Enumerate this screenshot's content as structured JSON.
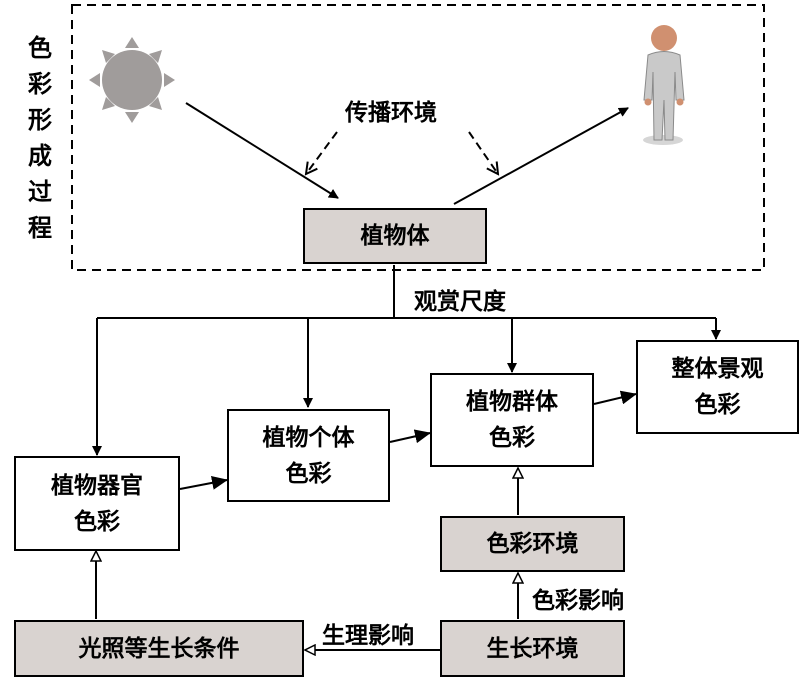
{
  "process_title": [
    "色",
    "彩",
    "形",
    "成",
    "过",
    "程"
  ],
  "labels": {
    "propagation": "传播环境",
    "viewing_scale": "观赏尺度",
    "color_influence": "色彩影响",
    "physio_influence": "生理影响"
  },
  "nodes": {
    "plant": [
      "植物体"
    ],
    "organ": [
      "植物器官",
      "色彩"
    ],
    "individual": [
      "植物个体",
      "色彩"
    ],
    "group": [
      "植物群体",
      "色彩"
    ],
    "landscape": [
      "整体景观",
      "色彩"
    ],
    "color_env": [
      "色彩环境"
    ],
    "growth_env": [
      "生长环境"
    ],
    "growth_cond": [
      "光照等生长条件"
    ]
  },
  "colors": {
    "gray_fill": "#d9d3d0",
    "icon_gray": "#a09c9b"
  }
}
